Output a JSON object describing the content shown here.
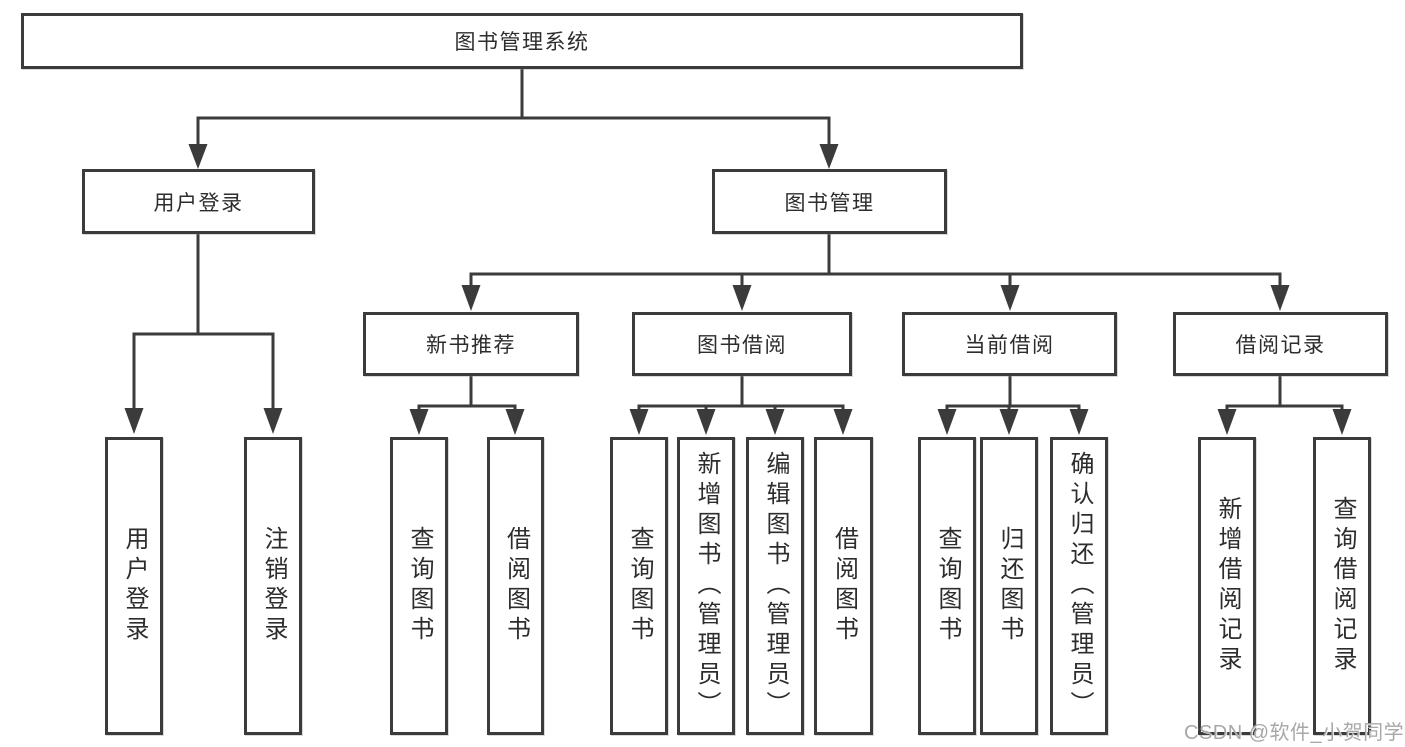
{
  "tree": {
    "label": "图书管理系统",
    "children": [
      {
        "label": "用户登录",
        "children": [
          {
            "label": "用户登录"
          },
          {
            "label": "注销登录"
          }
        ]
      },
      {
        "label": "图书管理",
        "children": [
          {
            "label": "新书推荐",
            "children": [
              {
                "label": "查询图书"
              },
              {
                "label": "借阅图书"
              }
            ]
          },
          {
            "label": "图书借阅",
            "children": [
              {
                "label": "查询图书"
              },
              {
                "label": "新增图书（管理员）"
              },
              {
                "label": "编辑图书（管理员）"
              },
              {
                "label": "借阅图书"
              }
            ]
          },
          {
            "label": "当前借阅",
            "children": [
              {
                "label": "查询图书"
              },
              {
                "label": "归还图书"
              },
              {
                "label": "确认归还（管理员）"
              }
            ]
          },
          {
            "label": "借阅记录",
            "children": [
              {
                "label": "新增借阅记录"
              },
              {
                "label": "查询借阅记录"
              }
            ]
          }
        ]
      }
    ]
  },
  "watermark": {
    "text": "CSDN @软件_小贺同学"
  },
  "colors": {
    "line": "#3b3b3b",
    "text": "#2d2d2d",
    "box_background": "#ffffff",
    "watermark": "#a8a8a8"
  }
}
